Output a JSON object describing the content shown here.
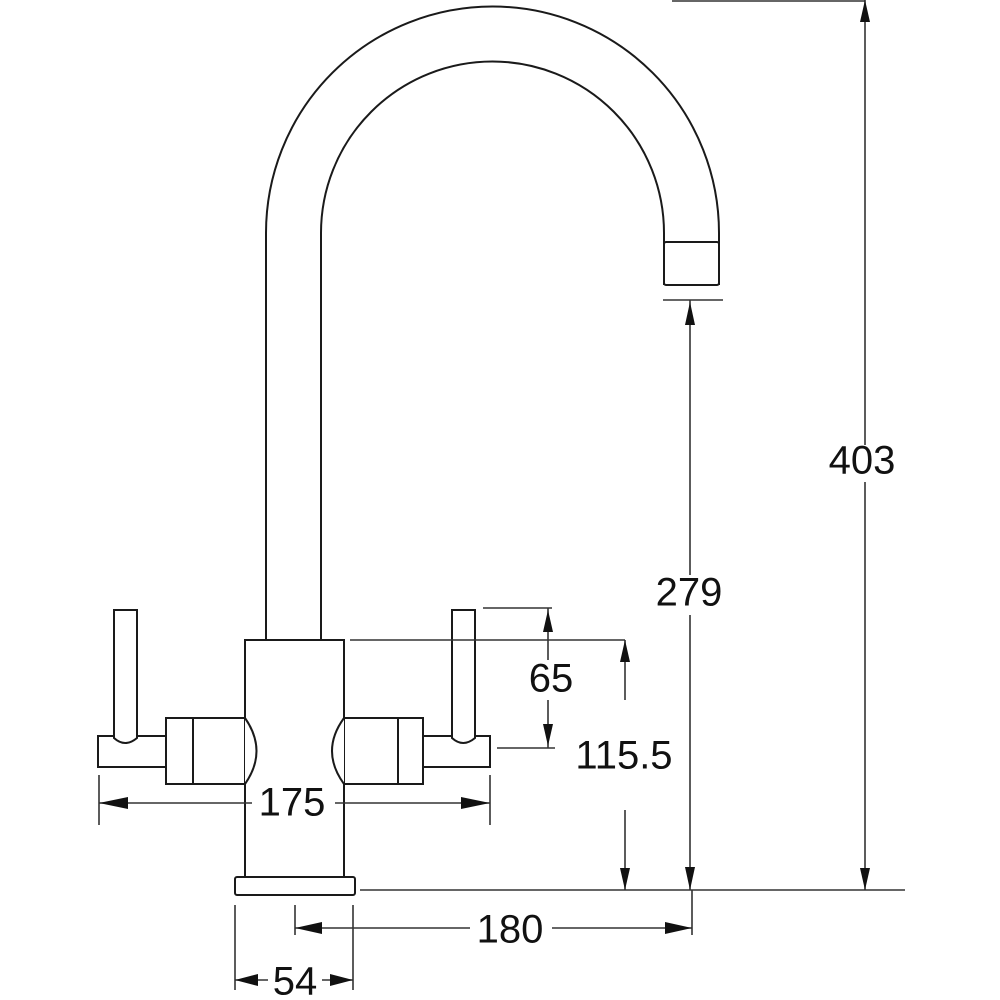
{
  "title": "Tap dimension drawing",
  "dimensions": {
    "total_height": "403",
    "spout_clearance": "279",
    "body_to_lever": "65",
    "body_height": "115.5",
    "lever_span": "175",
    "spout_reach": "180",
    "base_diameter": "54"
  },
  "colors": {
    "line": "#1a1a1a",
    "background": "#ffffff"
  }
}
